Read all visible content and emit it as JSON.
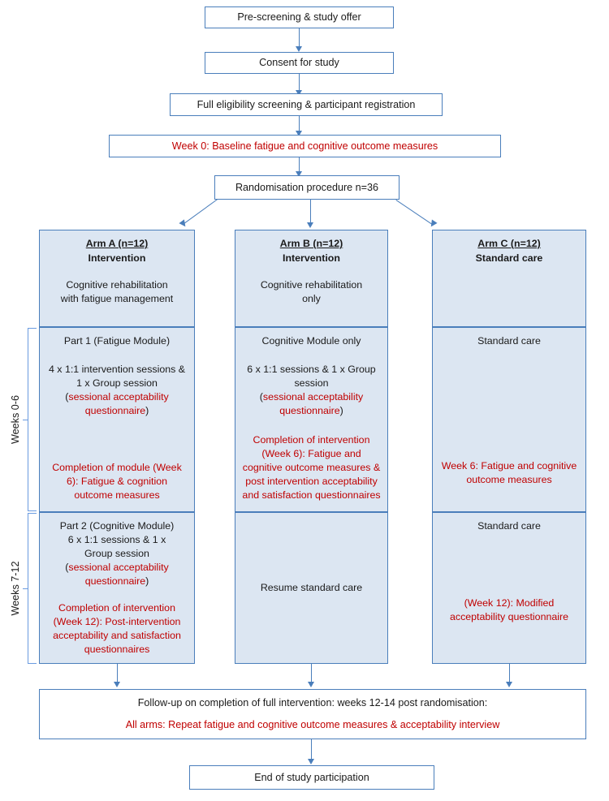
{
  "colors": {
    "border": "#4a7ebb",
    "fill": "#dce6f2",
    "red_text": "#c00000",
    "black_text": "#1a1a1a"
  },
  "flow": {
    "top_boxes": [
      {
        "id": "pre-screening",
        "label": "Pre-screening & study offer",
        "red": false
      },
      {
        "id": "consent",
        "label": "Consent for study",
        "red": false
      },
      {
        "id": "eligibility",
        "label": "Full eligibility screening & participant registration",
        "red": false
      },
      {
        "id": "baseline",
        "label": "Week 0: Baseline fatigue and cognitive outcome measures",
        "red": true
      },
      {
        "id": "randomisation",
        "label": "Randomisation procedure n=36",
        "red": false
      }
    ],
    "arms": [
      {
        "id": "arm-a",
        "title": "Arm A (n=12)",
        "subtitle": "Intervention",
        "description": "Cognitive rehabilitation\nwith fatigue management",
        "desc_line1": "Cognitive rehabilitation",
        "desc_line2": "with fatigue management",
        "weeks_0_6": {
          "black_1": "Part 1 (Fatigue Module)",
          "black_2a": "4 x 1:1 intervention sessions &",
          "black_2b": "1 x Group session",
          "mixed_open": "(",
          "red_1a": "sessional acceptability",
          "red_1b": "questionnaire",
          "mixed_close": ")",
          "red_2": "Completion of module (Week 6): Fatigue & cognition outcome measures"
        },
        "weeks_7_12": {
          "black_1": "Part 2 (Cognitive Module)",
          "black_2a": "6 x 1:1 sessions & 1 x",
          "black_2b": "Group session",
          "mixed_open": "(",
          "red_1a": "sessional acceptability",
          "red_1b": "questionnaire",
          "mixed_close": ")",
          "red_2": "Completion of intervention (Week 12): Post-intervention acceptability and satisfaction questionnaires"
        }
      },
      {
        "id": "arm-b",
        "title": "Arm B (n=12)",
        "subtitle": "Intervention",
        "description": "Cognitive rehabilitation\nonly",
        "desc_line1": "Cognitive rehabilitation",
        "desc_line2": "only",
        "weeks_0_6": {
          "black_1": "Cognitive Module only",
          "black_2a": "6 x 1:1 sessions & 1 x Group",
          "black_2b": "session",
          "mixed_open": "(",
          "red_1a": "sessional acceptability",
          "red_1b": "questionnaire",
          "mixed_close": ")",
          "red_2": "Completion of intervention (Week 6): Fatigue and cognitive outcome measures & post intervention acceptability and satisfaction questionnaires"
        },
        "weeks_7_12": {
          "black_1": "Resume standard care"
        }
      },
      {
        "id": "arm-c",
        "title": "Arm C (n=12)",
        "subtitle": "Standard care",
        "description": "",
        "desc_line1": "",
        "desc_line2": "",
        "weeks_0_6": {
          "black_1": "Standard care",
          "red_2": "Week 6: Fatigue and cognitive outcome measures"
        },
        "weeks_7_12": {
          "black_1": "Standard care",
          "red_2": "(Week 12): Modified acceptability questionnaire"
        }
      }
    ],
    "week_labels": [
      {
        "id": "weeks-0-6",
        "label": "Weeks 0-6"
      },
      {
        "id": "weeks-7-12",
        "label": "Weeks 7-12"
      }
    ],
    "bottom_boxes": [
      {
        "id": "follow-up",
        "line_black": "Follow-up on completion of full intervention: weeks 12-14 post randomisation:",
        "line_red": "All arms: Repeat fatigue and cognitive outcome measures & acceptability interview"
      },
      {
        "id": "end-of-study",
        "label": "End of study participation"
      }
    ]
  }
}
